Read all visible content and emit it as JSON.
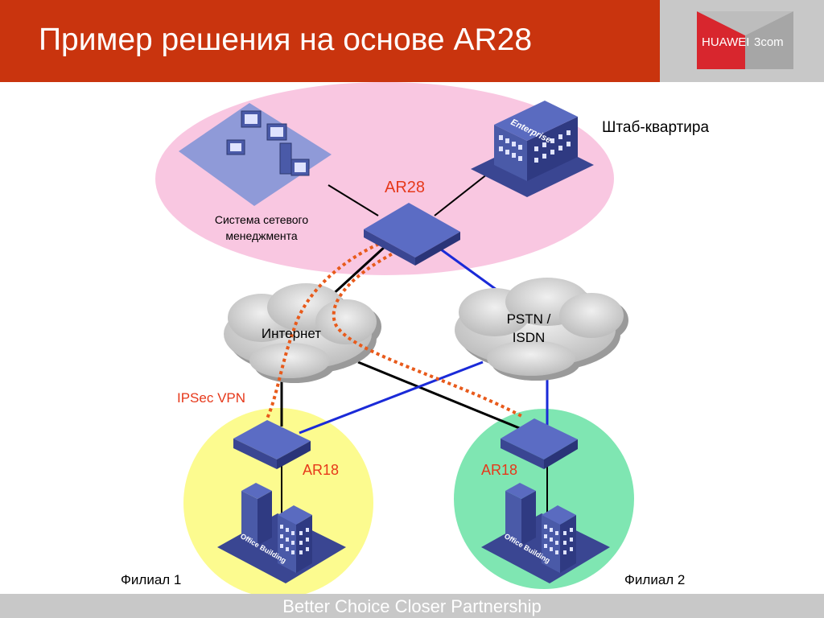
{
  "slide": {
    "title": "Пример решения на основе AR28",
    "footer": "Better Choice Closer Partnership"
  },
  "logo": {
    "left_text": "HUAWEI",
    "right_text": "3com",
    "colors": {
      "red": "#d8262e",
      "gray": "#a6a6a6"
    }
  },
  "diagram": {
    "hq_label": "Штаб-квартира",
    "nms_label_line1": "Система сетевого",
    "nms_label_line2": "менеджмента",
    "enterprise_sign": "Enterprise",
    "core_router": "AR28",
    "internet": "Интернет",
    "pstn_line1": "PSTN /",
    "pstn_line2": "ISDN",
    "vpn_label": "IPSec VPN",
    "branch1_router": "AR18",
    "branch2_router": "AR18",
    "office_sign_1": "Office Building",
    "office_sign_2": "Office Building",
    "branch1_label": "Филиал 1",
    "branch2_label": "Филиал 2"
  },
  "colors": {
    "header": "#c9340e",
    "hq_zone": "#f9c7e1",
    "branch1_zone": "#fcfb8f",
    "branch2_zone": "#7fe6b2",
    "accent_red": "#e6381a",
    "vpn_dotted": "#e85a1b",
    "isdn_link": "#1a2ad8",
    "device": "#4a5aa8"
  }
}
